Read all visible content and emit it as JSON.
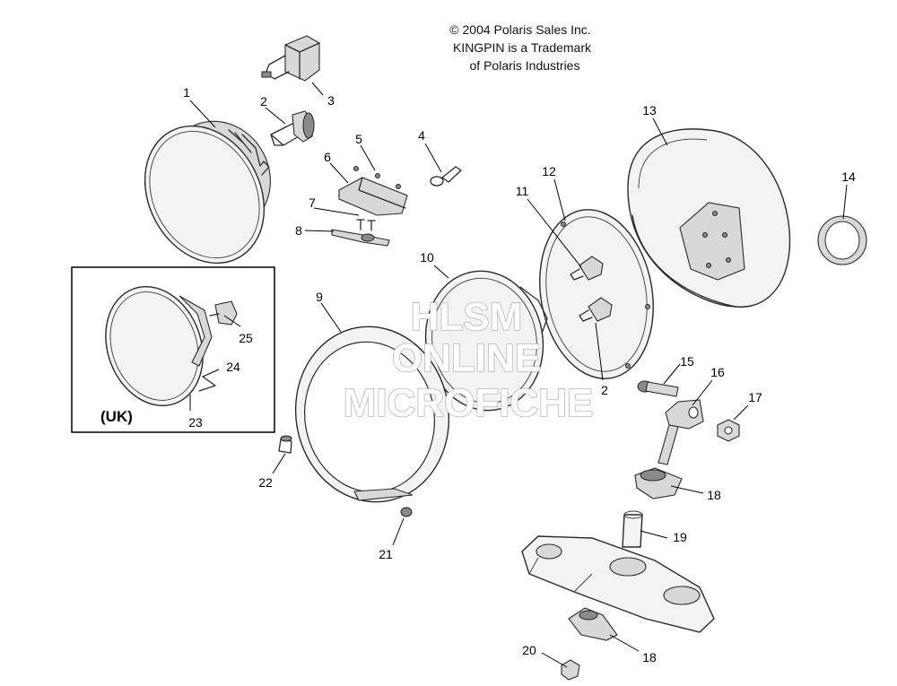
{
  "copyright": [
    "© 2004 Polaris Sales Inc.",
    "KINGPIN is a Trademark",
    "of Polaris Industries"
  ],
  "watermark": [
    "HLSM",
    "ONLINE",
    "MICROFICHE"
  ],
  "inset_label": "(UK)",
  "callouts": {
    "c1": "1",
    "c2a": "2",
    "c2b": "2",
    "c3": "3",
    "c4": "4",
    "c5": "5",
    "c6": "6",
    "c7": "7",
    "c8": "8",
    "c9": "9",
    "c10": "10",
    "c11": "11",
    "c12": "12",
    "c13": "13",
    "c14": "14",
    "c15": "15",
    "c16": "16",
    "c17": "17",
    "c18a": "18",
    "c18b": "18",
    "c19": "19",
    "c20": "20",
    "c21": "21",
    "c22": "22",
    "c23": "23",
    "c24": "24",
    "c25": "25"
  }
}
